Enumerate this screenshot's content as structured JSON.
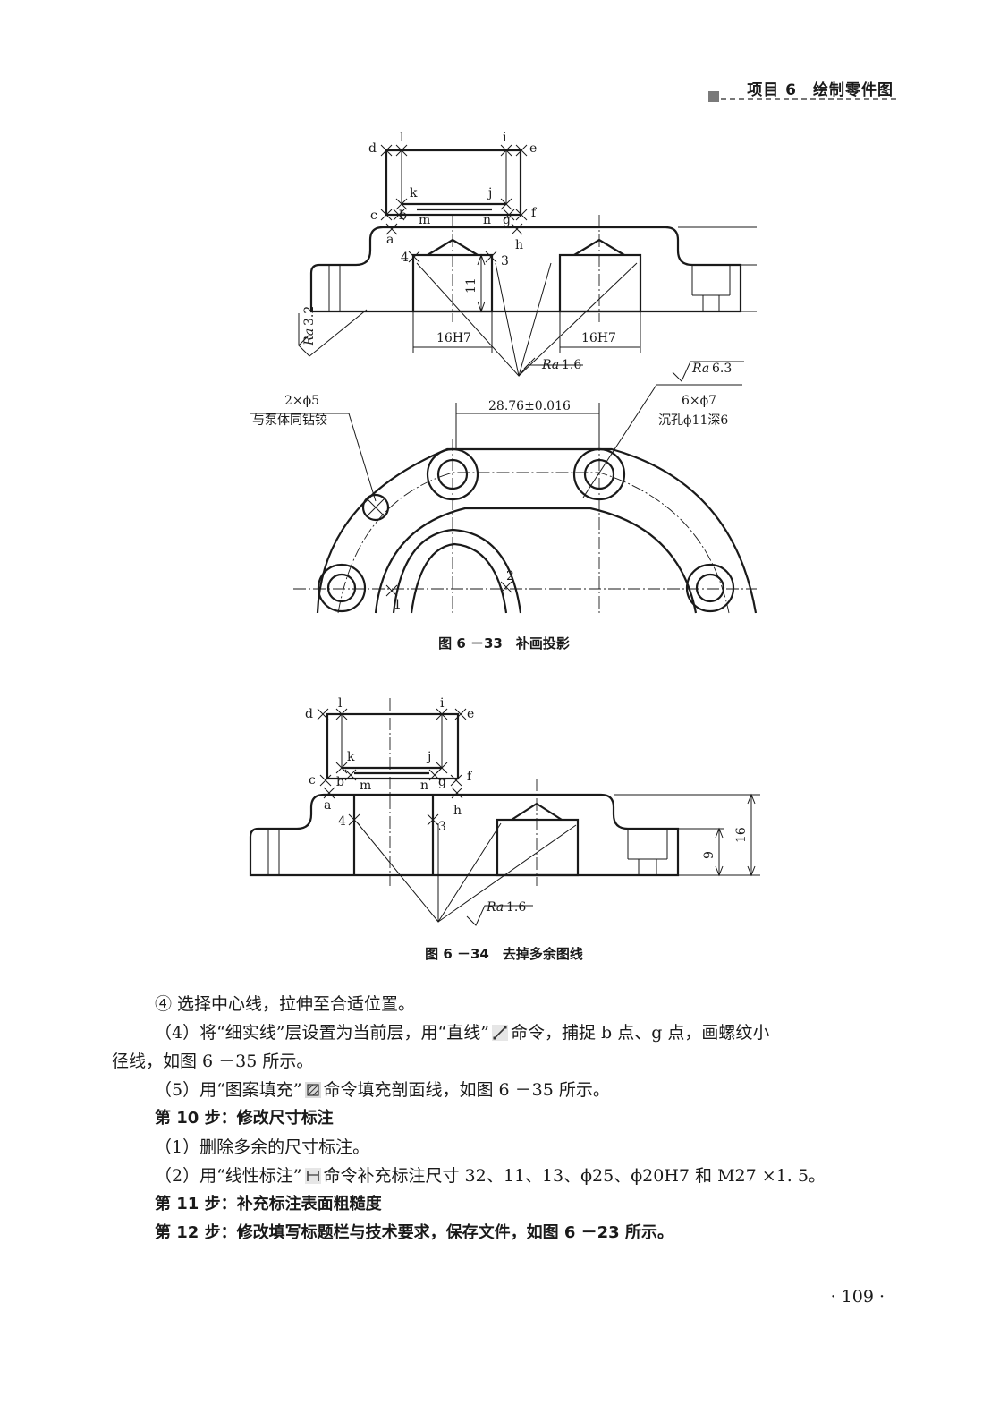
{
  "header": {
    "title": "项目 6　绘制零件图"
  },
  "figure1": {
    "caption": "图 6 －33　补画投影",
    "point_labels": {
      "d": "d",
      "l": "l",
      "i": "i",
      "e": "e",
      "k": "k",
      "j": "j",
      "c": "c",
      "b": "b",
      "m": "m",
      "n": "n",
      "g": "g",
      "f": "f",
      "a": "a",
      "h": "h",
      "p4": "4",
      "p3": "3",
      "p1": "1",
      "p2": "2"
    },
    "dims": {
      "height_11": "11",
      "hole_left": "16H7",
      "hole_right": "16H7",
      "center_distance": "28.76±0.016",
      "pin_holes": "2×ϕ5",
      "pin_note": "与泵体同钻铰",
      "bolt_holes": "6×ϕ7",
      "bolt_note": "沉孔ϕ11深6"
    },
    "roughness": {
      "ra32_prefix": "Ra",
      "ra32_value": "3.2",
      "ra16_prefix": "Ra",
      "ra16_value": "1.6",
      "ra63_prefix": "Ra",
      "ra63_value": "6.3"
    }
  },
  "figure2": {
    "caption": "图 6 －34　去掉多余图线",
    "point_labels": {
      "d": "d",
      "l": "l",
      "i": "i",
      "e": "e",
      "k": "k",
      "j": "j",
      "c": "c",
      "b": "b",
      "m": "m",
      "n": "n",
      "g": "g",
      "f": "f",
      "a": "a",
      "h": "h",
      "p4": "4",
      "p3": "3"
    },
    "dims": {
      "d9": "9",
      "d16": "16"
    },
    "roughness": {
      "ra_prefix": "Ra",
      "ra_value": "1.6"
    }
  },
  "body": {
    "line1": "④ 选择中心线，拉伸至合适位置。",
    "line2_a": "（4）将“细实线”层设置为当前层，用“直线”",
    "line2_b": "命令，捕捉 b 点、g 点，画螺纹小",
    "line2_c": "径线，如图 6 －35 所示。",
    "line3_a": "（5）用“图案填充”",
    "line3_b": "命令填充剖面线，如图 6 －35 所示。",
    "step10": "第 10 步：修改尺寸标注",
    "line4": "（1）删除多余的尺寸标注。",
    "line5_a": "（2）用“线性标注”",
    "line5_b": "命令补充标注尺寸 32、11、13、ϕ25、ϕ20H7 和 M27 ×1. 5。",
    "step11": "第 11 步：补充标注表面粗糙度",
    "step12": "第 12 步：修改填写标题栏与技术要求，保存文件，如图 6 －23 所示。"
  },
  "page_number": "· 109 ·"
}
